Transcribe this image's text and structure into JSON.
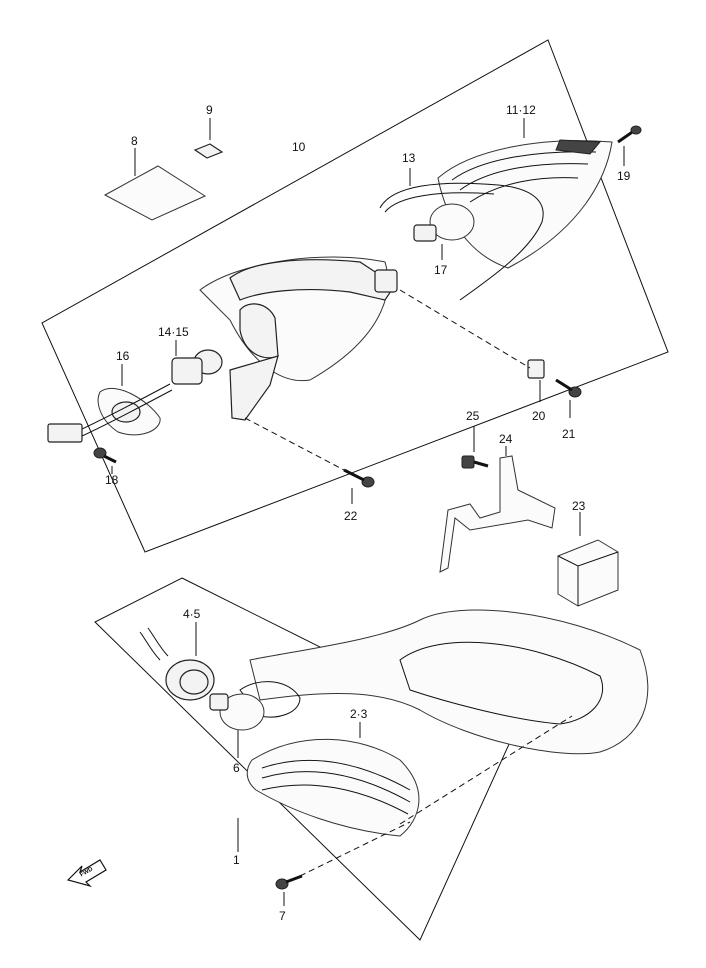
{
  "labels": {
    "p1": "1",
    "p2_3": "2·3",
    "p4_5": "4·5",
    "p6": "6",
    "p7": "7",
    "p8": "8",
    "p9": "9",
    "p10": "10",
    "p11_12": "11·12",
    "p13": "13",
    "p14_15": "14·15",
    "p16": "16",
    "p17": "17",
    "p18": "18",
    "p19": "19",
    "p20": "20",
    "p21": "21",
    "p22": "22",
    "p23": "23",
    "p24": "24",
    "p25": "25"
  },
  "fwd_label": "FWD"
}
